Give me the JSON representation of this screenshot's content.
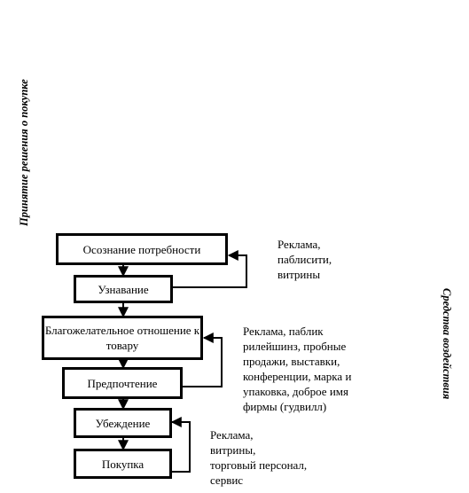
{
  "side_labels": {
    "left": "Принятие решения о покупке",
    "right": "Средства воздействия"
  },
  "stages": [
    "Осознание потребности",
    "Узнавание",
    "Благожелательное отношение к товару",
    "Предпочтение",
    "Убеждение",
    "Покупка"
  ],
  "influences": [
    "Реклама,\nпаблисити,\nвитрины",
    "Реклама, паблик\nрилейшинз, пробные\nпродажи, выставки,\nконференции, марка и\nупаковка, доброе имя\nфирмы (гудвилл)",
    "Реклама,\nвитрины,\nторговый персонал,\nсервис"
  ]
}
